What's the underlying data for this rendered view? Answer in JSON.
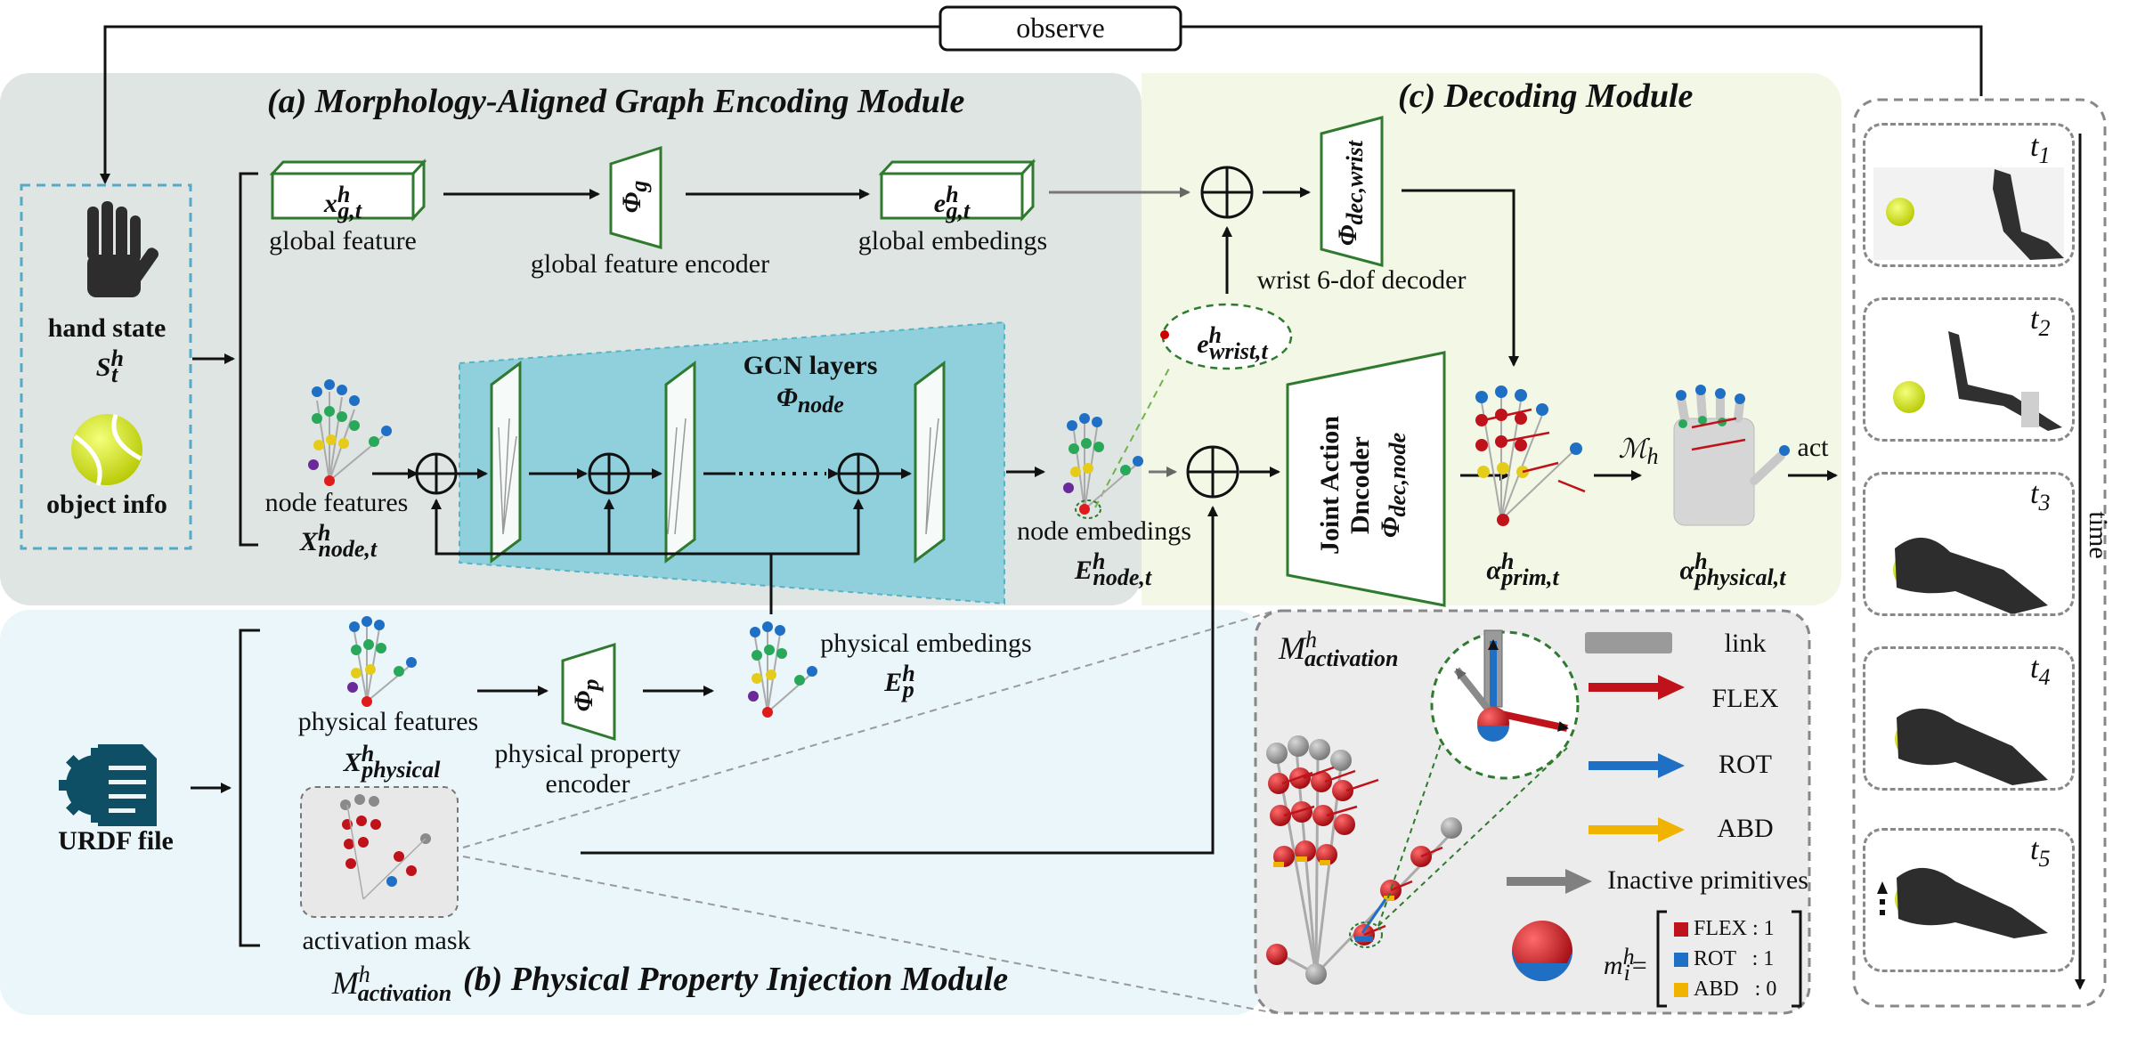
{
  "observe_label": "observe",
  "module_a_title": "(a) Morphology-Aligned Graph Encoding Module",
  "module_b_title": "(b)  Physical Property Injection Module",
  "module_c_title": "(c) Decoding Module",
  "inputs": {
    "hand_state": "hand state",
    "hand_state_sym": "S",
    "hand_state_sup": "h",
    "hand_state_sub": "t",
    "object_info": "object info",
    "urdf": "URDF file"
  },
  "global_feature": {
    "sym": "x",
    "sup": "h",
    "sub": "g,t",
    "label": "global feature"
  },
  "global_encoder": {
    "sym": "Φ",
    "sub": "g",
    "label": "global feature encoder"
  },
  "global_embed": {
    "sym": "e",
    "sup": "h",
    "sub": "g,t",
    "label": "global embedings"
  },
  "gcn": {
    "label": "GCN layers",
    "sym": "Φ",
    "sub": "node"
  },
  "node_features": {
    "label": "node features",
    "sym": "X",
    "sup": "h",
    "sub": "node,t"
  },
  "node_embed": {
    "label": "node embedings",
    "sym": "E",
    "sup": "h",
    "sub": "node,t"
  },
  "wrist_embed": {
    "sym": "e",
    "sup": "h",
    "sub": "wrist,t"
  },
  "wrist_decoder": {
    "sym": "Φ",
    "sub": "dec,wrist",
    "label": "wrist 6-dof decoder"
  },
  "joint_decoder": {
    "line1": "Joint Action",
    "line2": "Dncoder",
    "sym": "Φ",
    "sub": "dec,node"
  },
  "alpha_prim": {
    "sym": "α",
    "sup": "h",
    "sub": "prim,t"
  },
  "alpha_phys": {
    "sym": "α",
    "sup": "h",
    "sub": "physical,t"
  },
  "mapping": {
    "sym": "ℳ",
    "sub": "h"
  },
  "act_label": "act",
  "time_label": "time",
  "physical_features": {
    "label": "physical features",
    "sym": "X",
    "sup": "h",
    "sub": "physical"
  },
  "physical_encoder": {
    "sym": "Φ",
    "sub": "p",
    "line1": "physical property",
    "line2": "encoder"
  },
  "physical_embed": {
    "label": "physical embedings",
    "sym": "E",
    "sup": "h",
    "sub": "p"
  },
  "activation_mask": {
    "label": "activation mask",
    "sym": "M",
    "sup": "h",
    "sub": "activation"
  },
  "legend": {
    "link": "link",
    "flex": "FLEX",
    "rot": "ROT",
    "abd": "ABD",
    "inactive": "Inactive primitives",
    "mi_sym": "m",
    "mi_sup": "h",
    "mi_sub": "i",
    "mi_rows": [
      "FLEX : 1",
      "ROT   : 1",
      "ABD   : 0"
    ]
  },
  "time_steps": [
    {
      "sym": "t",
      "sub": "1"
    },
    {
      "sym": "t",
      "sub": "2"
    },
    {
      "sym": "t",
      "sub": "3"
    },
    {
      "sym": "t",
      "sub": "4"
    },
    {
      "sym": "t",
      "sub": "5"
    }
  ],
  "colors": {
    "panel_a": "#dfe5e2",
    "panel_b": "#eaf6fa",
    "panel_c": "#f3f7e6",
    "gcn": "#8fd0dc",
    "green_box": "#2f7a2f",
    "flex": "#c0121a",
    "rot": "#1f6fc4",
    "abd": "#f0b400",
    "inactive": "#808080"
  }
}
